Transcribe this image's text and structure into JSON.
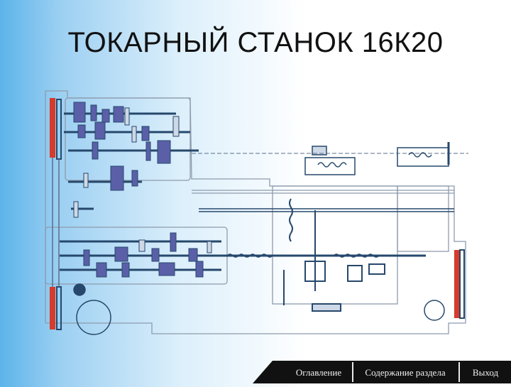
{
  "slide": {
    "title": "ТОКАРНЫЙ СТАНОК 16К20"
  },
  "colors": {
    "line": "#26486c",
    "thin": "#5a6f8a",
    "gear_fill": "#5a5fa8",
    "red": "#d63b2b",
    "frame": "#8e9bad"
  },
  "navigation": {
    "items": [
      {
        "label": "Оглавление"
      },
      {
        "label": "Содержание раздела"
      },
      {
        "label": "Выход"
      }
    ]
  }
}
